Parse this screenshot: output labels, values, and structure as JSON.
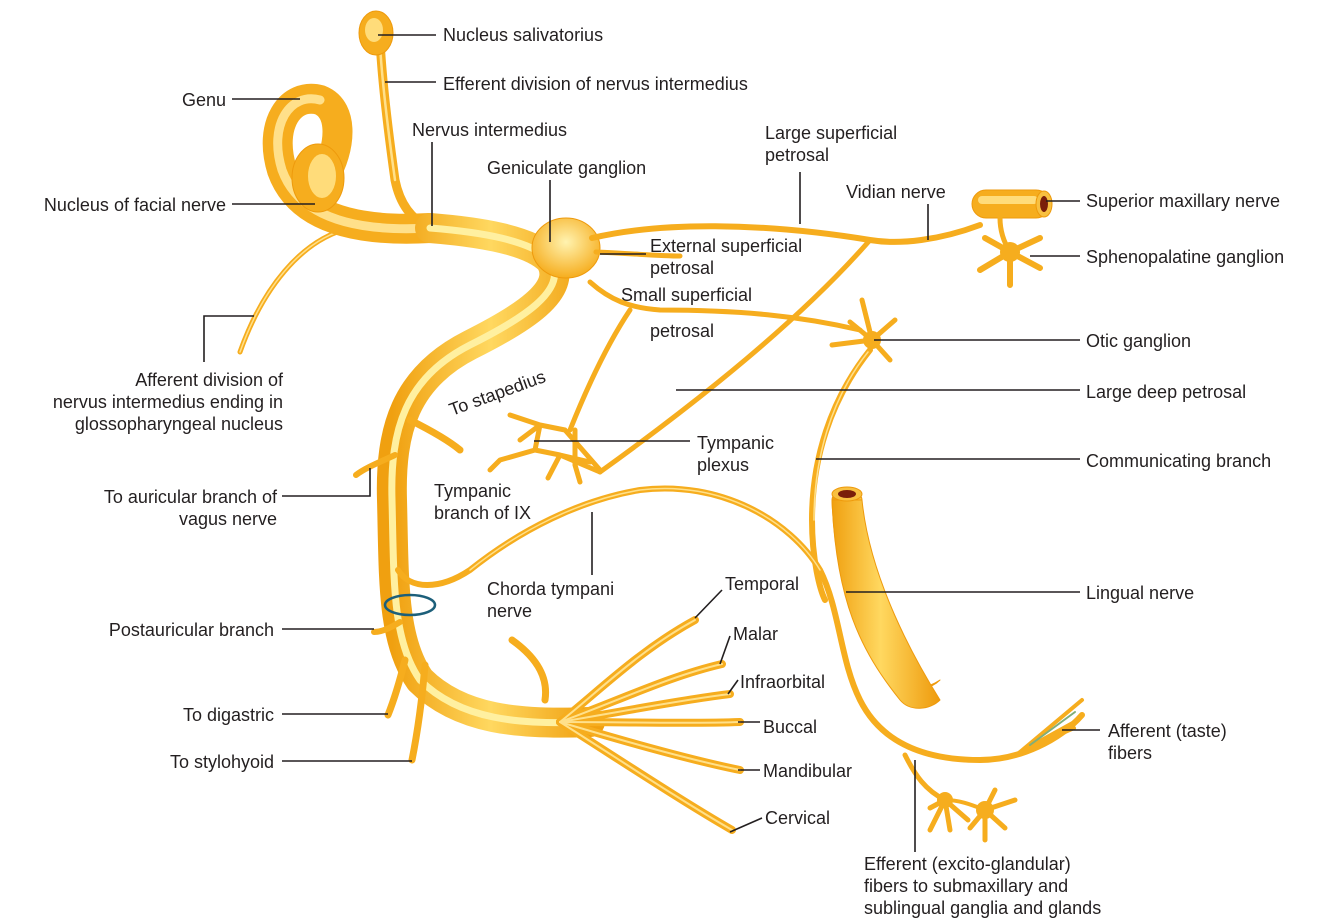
{
  "colors": {
    "nerve": "#f9b526",
    "nerve_dark": "#ef9f10",
    "nerve_light": "#ffe88a",
    "leader": "#231f20",
    "ring": "#1c5f7a",
    "cut": "#7a1f0a"
  },
  "labels": {
    "nucleus_salivatorius": "Nucleus salivatorius",
    "efferent_division": "Efferent division of nervus intermedius",
    "genu": "Genu",
    "nervus_intermedius": "Nervus intermedius",
    "geniculate_ganglion": "Geniculate ganglion",
    "large_superficial_petrosal": [
      "Large superficial",
      "petrosal"
    ],
    "vidian_nerve": "Vidian nerve",
    "superior_maxillary_nerve": "Superior maxillary nerve",
    "nucleus_facial_nerve": "Nucleus of facial nerve",
    "external_superficial_petrosal": [
      "External superficial",
      "petrosal"
    ],
    "sphenopalatine_ganglion": "Sphenopalatine ganglion",
    "small_superficial": "Small superficial",
    "petrosal": "petrosal",
    "otic_ganglion": "Otic ganglion",
    "afferent_division": [
      "Afferent division of",
      "nervus intermedius ending in",
      "glossopharyngeal nucleus"
    ],
    "to_stapedius": "To stapedius",
    "large_deep_petrosal": "Large deep petrosal",
    "tympanic_plexus": [
      "Tympanic",
      "plexus"
    ],
    "communicating_branch": "Communicating branch",
    "to_auricular_branch": [
      "To auricular branch of",
      "vagus nerve"
    ],
    "tympanic_branch_ix": [
      "Tympanic",
      "branch of IX"
    ],
    "chorda_tympani": [
      "Chorda tympani",
      "nerve"
    ],
    "lingual_nerve": "Lingual nerve",
    "temporal": "Temporal",
    "postauricular_branch": "Postauricular branch",
    "malar": "Malar",
    "infraorbital": "Infraorbital",
    "to_digastric": "To digastric",
    "buccal": "Buccal",
    "afferent_taste": [
      "Afferent (taste)",
      "fibers"
    ],
    "to_stylohyoid": "To stylohyoid",
    "mandibular": "Mandibular",
    "cervical": "Cervical",
    "efferent_excito": [
      "Efferent (excito-glandular)",
      "fibers to submaxillary and",
      "sublingual ganglia and glands"
    ]
  }
}
